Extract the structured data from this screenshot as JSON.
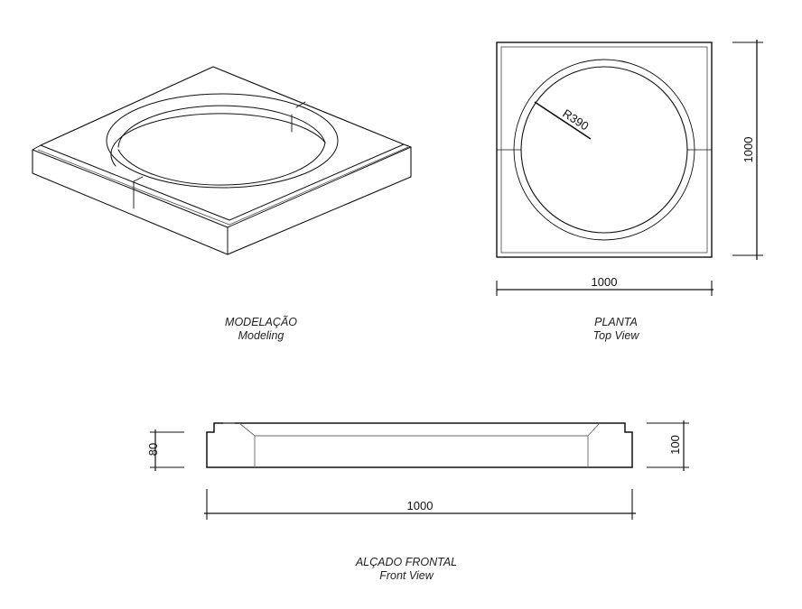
{
  "views": {
    "modeling": {
      "title_pt": "MODELAÇÃO",
      "title_en": "Modeling"
    },
    "plan": {
      "title_pt": "PLANTA",
      "title_en": "Top View",
      "radius_label": "R390",
      "width_label": "1000",
      "height_label": "1000"
    },
    "front": {
      "title_pt": "ALÇADO FRONTAL",
      "title_en": "Front View",
      "width_label": "1000",
      "left_height_label": "80",
      "right_height_label": "100"
    }
  },
  "colors": {
    "line": "#111111",
    "thin_line": "#555555",
    "background": "#ffffff"
  }
}
